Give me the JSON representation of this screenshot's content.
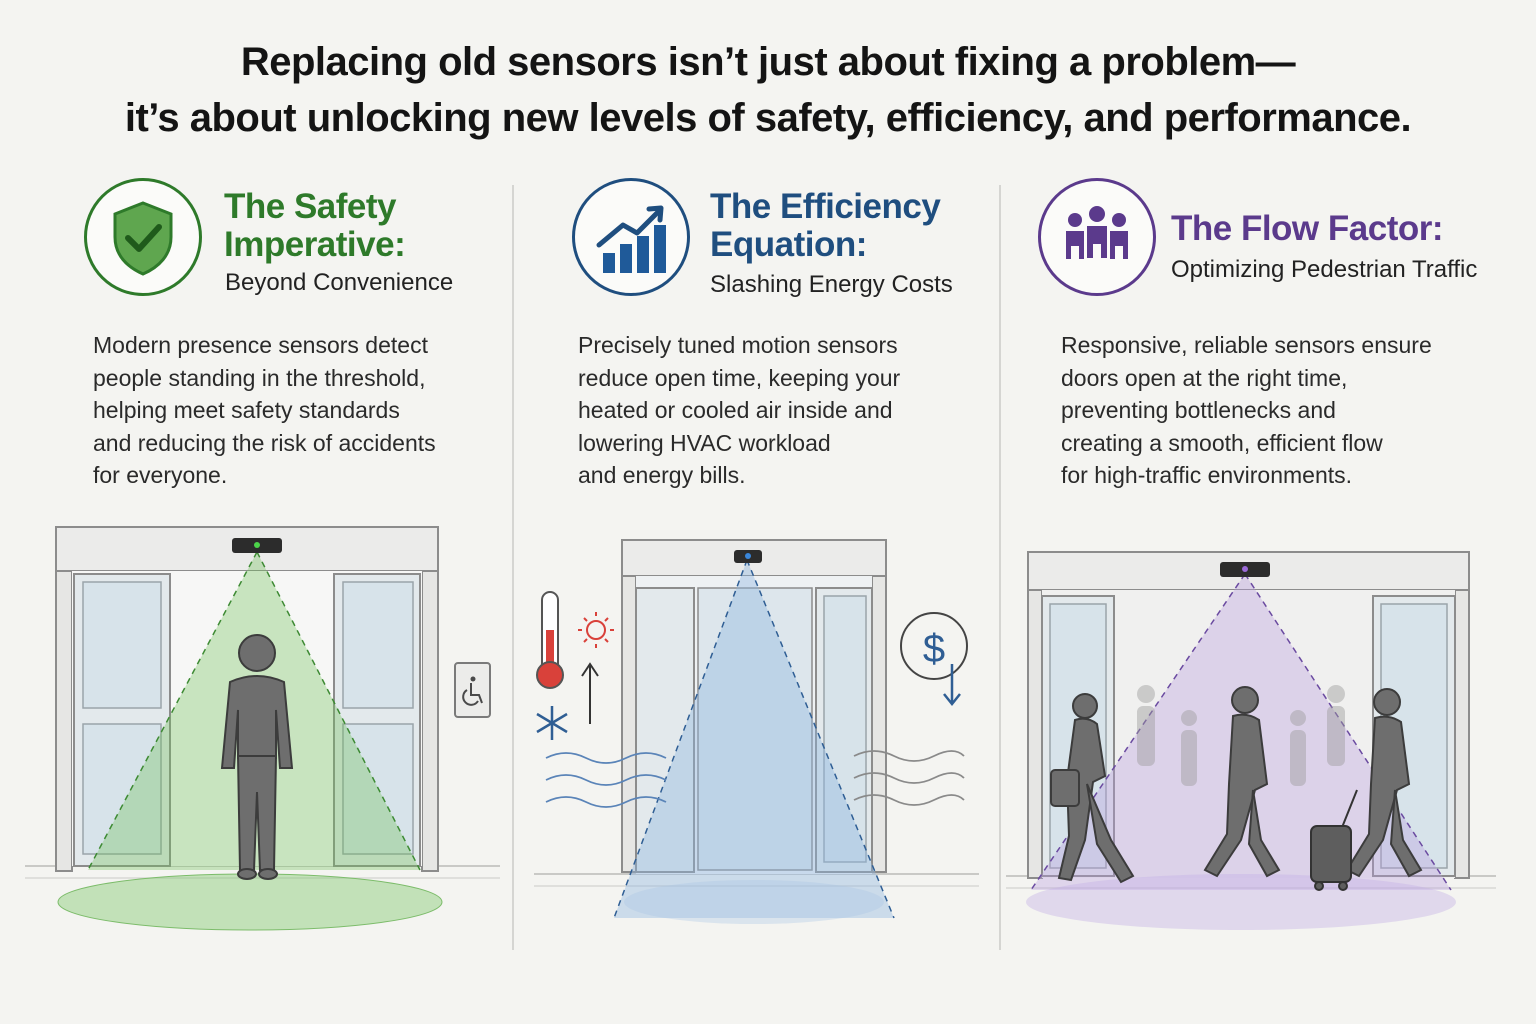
{
  "headline": {
    "line1": "Replacing old sensors isn’t just about fixing a problem—",
    "line2": "it’s about unlocking new levels of safety, efficiency, and performance."
  },
  "colors": {
    "safety": "#2e7a2a",
    "efficiency": "#1f4e7f",
    "flow": "#5b3a8c",
    "background": "#f4f4f1"
  },
  "columns": [
    {
      "id": "safety",
      "icon": "shield-check-icon",
      "title_line1": "The Safety",
      "title_line2": "Imperative:",
      "subtitle": "Beyond Convenience",
      "body": [
        "Modern presence sensors detect",
        "people standing in the threshold,",
        "helping meet safety standards",
        "and reducing the risk of accidents",
        "for everyone."
      ]
    },
    {
      "id": "efficiency",
      "icon": "rising-chart-icon",
      "title_line1": "The Efficiency",
      "title_line2": "Equation:",
      "subtitle": "Slashing Energy Costs",
      "body": [
        "Precisely tuned motion sensors",
        "reduce open time, keeping your",
        "heated or cooled air inside and",
        "lowering HVAC workload",
        "and energy bills."
      ]
    },
    {
      "id": "flow",
      "icon": "people-group-icon",
      "title_line1": "The Flow Factor:",
      "subtitle": "Optimizing Pedestrian Traffic",
      "body": [
        "Responsive, reliable sensors ensure",
        "doors open at the right time,",
        "preventing bottlenecks and",
        "creating a smooth, efficient flow",
        "for high-traffic environments."
      ]
    }
  ],
  "scene_icons": {
    "safety": [
      "sensor-icon",
      "person-icon",
      "accessibility-button-icon"
    ],
    "efficiency": [
      "thermometer-icon",
      "sun-icon",
      "snowflake-icon",
      "dollar-down-icon"
    ],
    "flow": [
      "walking-people-icon",
      "luggage-icon"
    ]
  }
}
